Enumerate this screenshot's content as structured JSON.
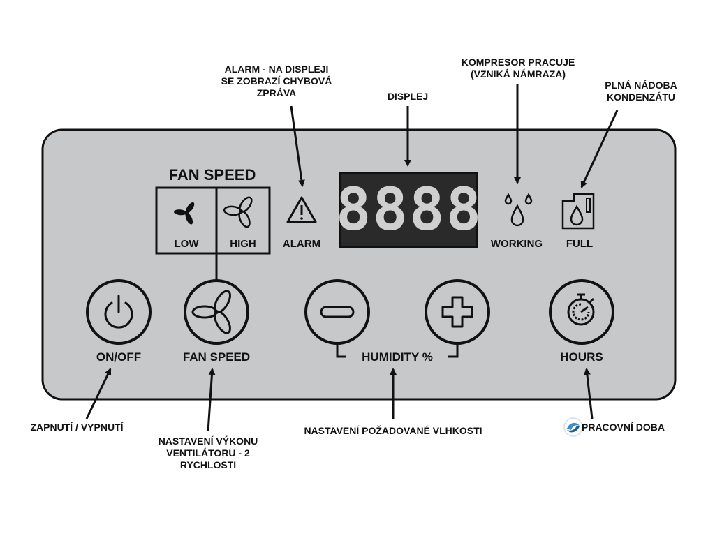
{
  "annotations": {
    "alarm": [
      "ALARM - NA DISPLEJI",
      "SE ZOBRAZÍ CHYBOVÁ",
      "ZPRÁVA"
    ],
    "display": "DISPLEJ",
    "compressor": [
      "KOMPRESOR PRACUJE",
      "(VZNIKÁ NÁMRAZA)"
    ],
    "tank_full": [
      "PLNÁ NÁDOBA",
      "KONDENZÁTU"
    ],
    "power": "ZAPNUTÍ / VYPNUTÍ",
    "fan": [
      "NASTAVENÍ VÝKONU",
      "VENTILÁTORU - 2",
      "RYCHLOSTI"
    ],
    "humidity": "NASTAVENÍ POŽADOVANÉ VLHKOSTI",
    "hours": "PRACOVNÍ DOBA"
  },
  "panel": {
    "fan_speed_title": "FAN SPEED",
    "low": "LOW",
    "high": "HIGH",
    "alarm": "ALARM",
    "display_value": "8888",
    "working": "WORKING",
    "full": "FULL",
    "on_off": "ON/OFF",
    "fan_speed_button": "FAN SPEED",
    "humidity": "HUMIDITY %",
    "hours": "HOURS"
  },
  "colors": {
    "panel_fill": "#c7c8ca",
    "display_bg": "#2a2a2a",
    "outline": "#111111"
  },
  "icons": [
    "fan-low-icon",
    "fan-high-icon",
    "alarm-warning-icon",
    "water-drops-icon",
    "water-tank-icon",
    "power-icon",
    "fan-icon",
    "minus-icon",
    "plus-icon",
    "timer-icon",
    "watermark-logo-icon"
  ]
}
